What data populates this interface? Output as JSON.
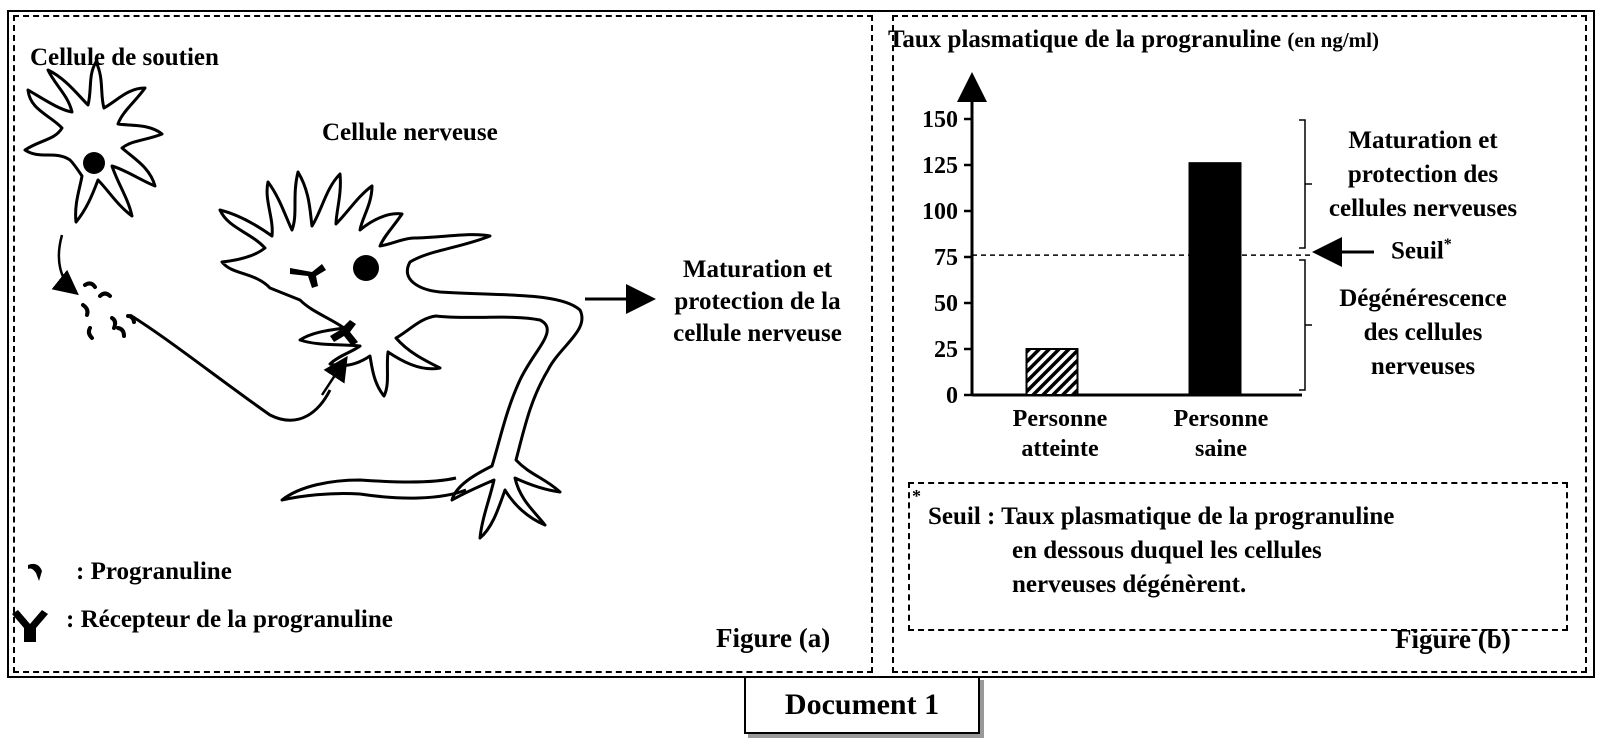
{
  "figure_a": {
    "support_cell_label": "Cellule de soutien",
    "nerve_cell_label": "Cellule nerveuse",
    "result_line1": "Maturation et",
    "result_line2": "protection de la",
    "result_line3": "cellule nerveuse",
    "legend_progranulin": ": Progranuline",
    "legend_receptor": ": Récepteur de la progranuline",
    "caption": "Figure (a)"
  },
  "figure_b": {
    "ylabel_main": "Taux plasmatique de la progranuline",
    "ylabel_unit": "(en ng/ml)",
    "zone_above_line1": "Maturation et",
    "zone_above_line2": "protection des",
    "zone_above_line3": "cellules nerveuses",
    "threshold_label": "Seuil",
    "threshold_star": "*",
    "zone_below_line1": "Dégénérescence",
    "zone_below_line2": "des cellules",
    "zone_below_line3": "nerveuses",
    "footnote_star": "*",
    "footnote_line1": "Seuil : Taux plasmatique de la progranuline",
    "footnote_line2": "en dessous duquel   les cellules",
    "footnote_line3": "nerveuses dégénèrent.",
    "caption": "Figure (b)"
  },
  "chart_data": {
    "type": "bar",
    "categories": [
      [
        "Personne",
        "atteinte"
      ],
      [
        "Personne",
        "saine"
      ]
    ],
    "values": [
      25,
      126
    ],
    "threshold": 76,
    "ylim": [
      0,
      150
    ],
    "yticks": [
      0,
      25,
      50,
      75,
      100,
      125,
      150
    ],
    "fills": [
      "hatched",
      "#000000"
    ]
  },
  "document_label": "Document 1"
}
